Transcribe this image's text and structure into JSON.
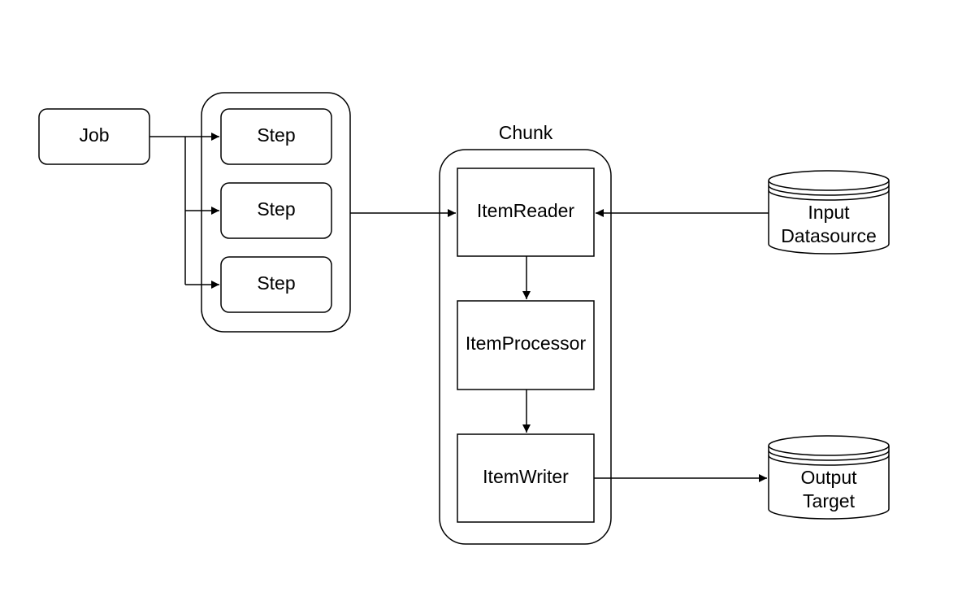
{
  "diagram": {
    "job": {
      "label": "Job"
    },
    "steps": [
      {
        "label": "Step"
      },
      {
        "label": "Step"
      },
      {
        "label": "Step"
      }
    ],
    "chunk": {
      "title": "Chunk",
      "reader": {
        "label": "ItemReader"
      },
      "processor": {
        "label": "ItemProcessor"
      },
      "writer": {
        "label": "ItemWriter"
      }
    },
    "input_datasource": {
      "line1": "Input",
      "line2": "Datasource"
    },
    "output_target": {
      "line1": "Output",
      "line2": "Target"
    }
  }
}
